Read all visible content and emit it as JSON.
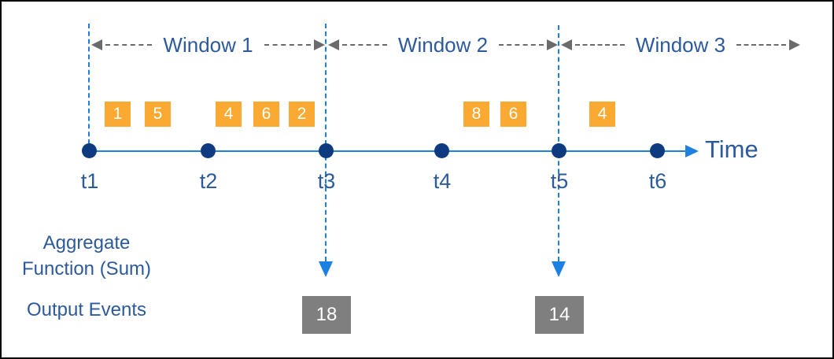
{
  "colors": {
    "text-blue": "#2d5a9b",
    "line-blue": "#1e80e2",
    "dot-navy": "#0e3b80",
    "event-orange": "#faaa32",
    "gray-arrow": "#6b6b6b",
    "gray-box": "#7f7f7f",
    "canvas-border": "#000000"
  },
  "diagram": {
    "windows": [
      {
        "label": "Window 1"
      },
      {
        "label": "Window 2"
      },
      {
        "label": "Window 3"
      }
    ],
    "events": [
      {
        "value": "1"
      },
      {
        "value": "5"
      },
      {
        "value": "4"
      },
      {
        "value": "6"
      },
      {
        "value": "2"
      },
      {
        "value": "8"
      },
      {
        "value": "6"
      },
      {
        "value": "4"
      }
    ],
    "timeline": {
      "label": "Time",
      "ticks": [
        {
          "label": "t1"
        },
        {
          "label": "t2"
        },
        {
          "label": "t3"
        },
        {
          "label": "t4"
        },
        {
          "label": "t5"
        },
        {
          "label": "t6"
        }
      ]
    },
    "aggregate_label_line1": "Aggregate",
    "aggregate_label_line2": "Function (Sum)",
    "output_label": "Output Events",
    "outputs": [
      {
        "value": "18"
      },
      {
        "value": "14"
      }
    ]
  }
}
